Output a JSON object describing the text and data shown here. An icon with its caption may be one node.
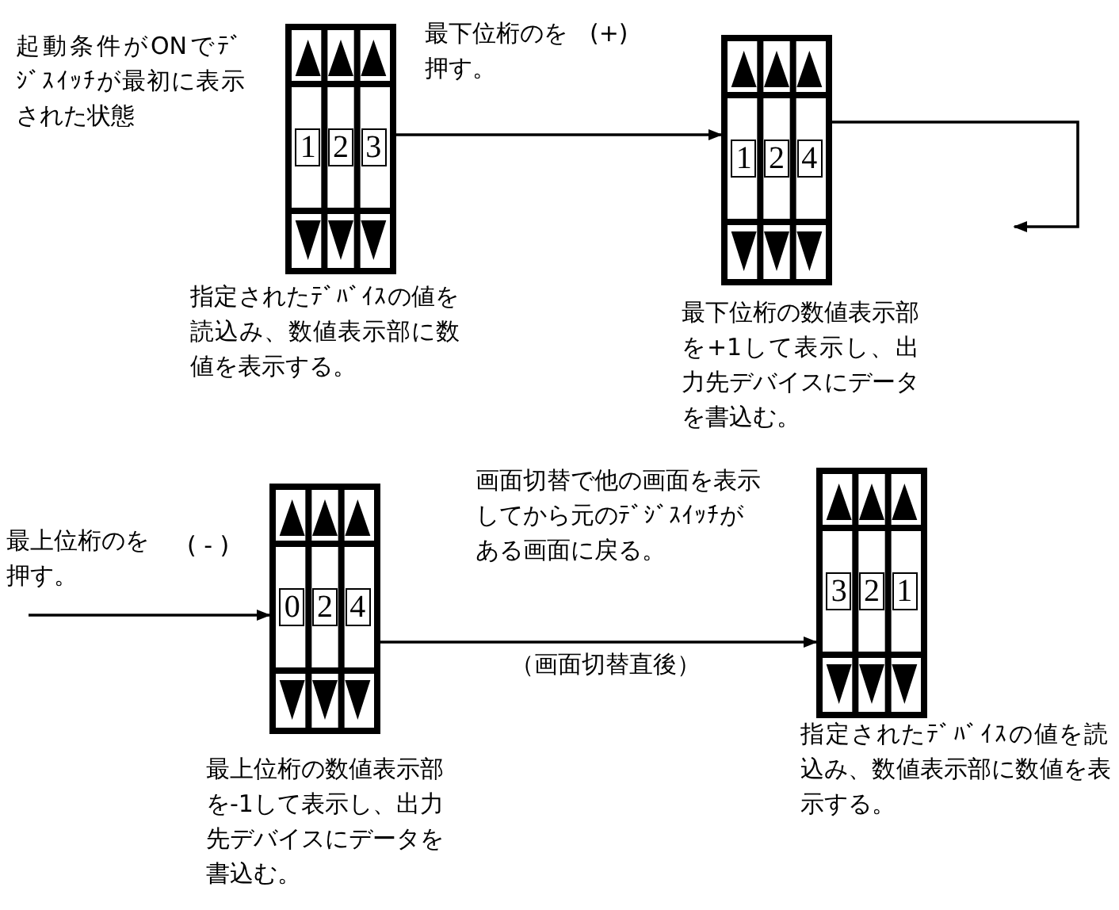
{
  "diagram": {
    "nodes": [
      {
        "text": [
          "1",
          "2",
          "3"
        ],
        "beside": [
          "起動条件がONでﾃﾞｼﾞｽｲｯﾁが最初に表示された状態",
          "指定されたﾃﾞﾊﾞｲｽの値を読込み、数値表示部に数値を表示する。"
        ]
      },
      {
        "text": [
          "1",
          "2",
          "4"
        ],
        "beside": [
          "最下位桁の数値表示部を+1して表示し、出力先デバイスにデータを書込む。"
        ]
      },
      {
        "text": [
          "0",
          "2",
          "4"
        ],
        "beside": [
          "最上位桁の数値表示部を-1して表示し、出力先デバイスにデータを書込む。"
        ]
      },
      {
        "text": [
          "3",
          "2",
          "1"
        ],
        "beside": [
          "指定されたﾃﾞﾊﾞｲｽの値を読込み、数値表示部に数値を表示する。"
        ]
      }
    ],
    "edges": [
      {
        "from": 0,
        "to": 1,
        "arrow": "to",
        "label": "最下位桁のを押す。"
      },
      {
        "from": 1,
        "to": null,
        "arrow": "to"
      },
      {
        "from": null,
        "to": 2,
        "arrow": "to",
        "label": "最上位桁のを押す。"
      },
      {
        "from": 2,
        "to": 3,
        "arrow": "to",
        "label": "画面切替で他の画面を表示してから元のﾃﾞｼﾞｽｲｯﾁがある画面に戻る。"
      }
    ],
    "labels": [
      "(+)",
      "( - )",
      "（画面切替直後）"
    ]
  }
}
